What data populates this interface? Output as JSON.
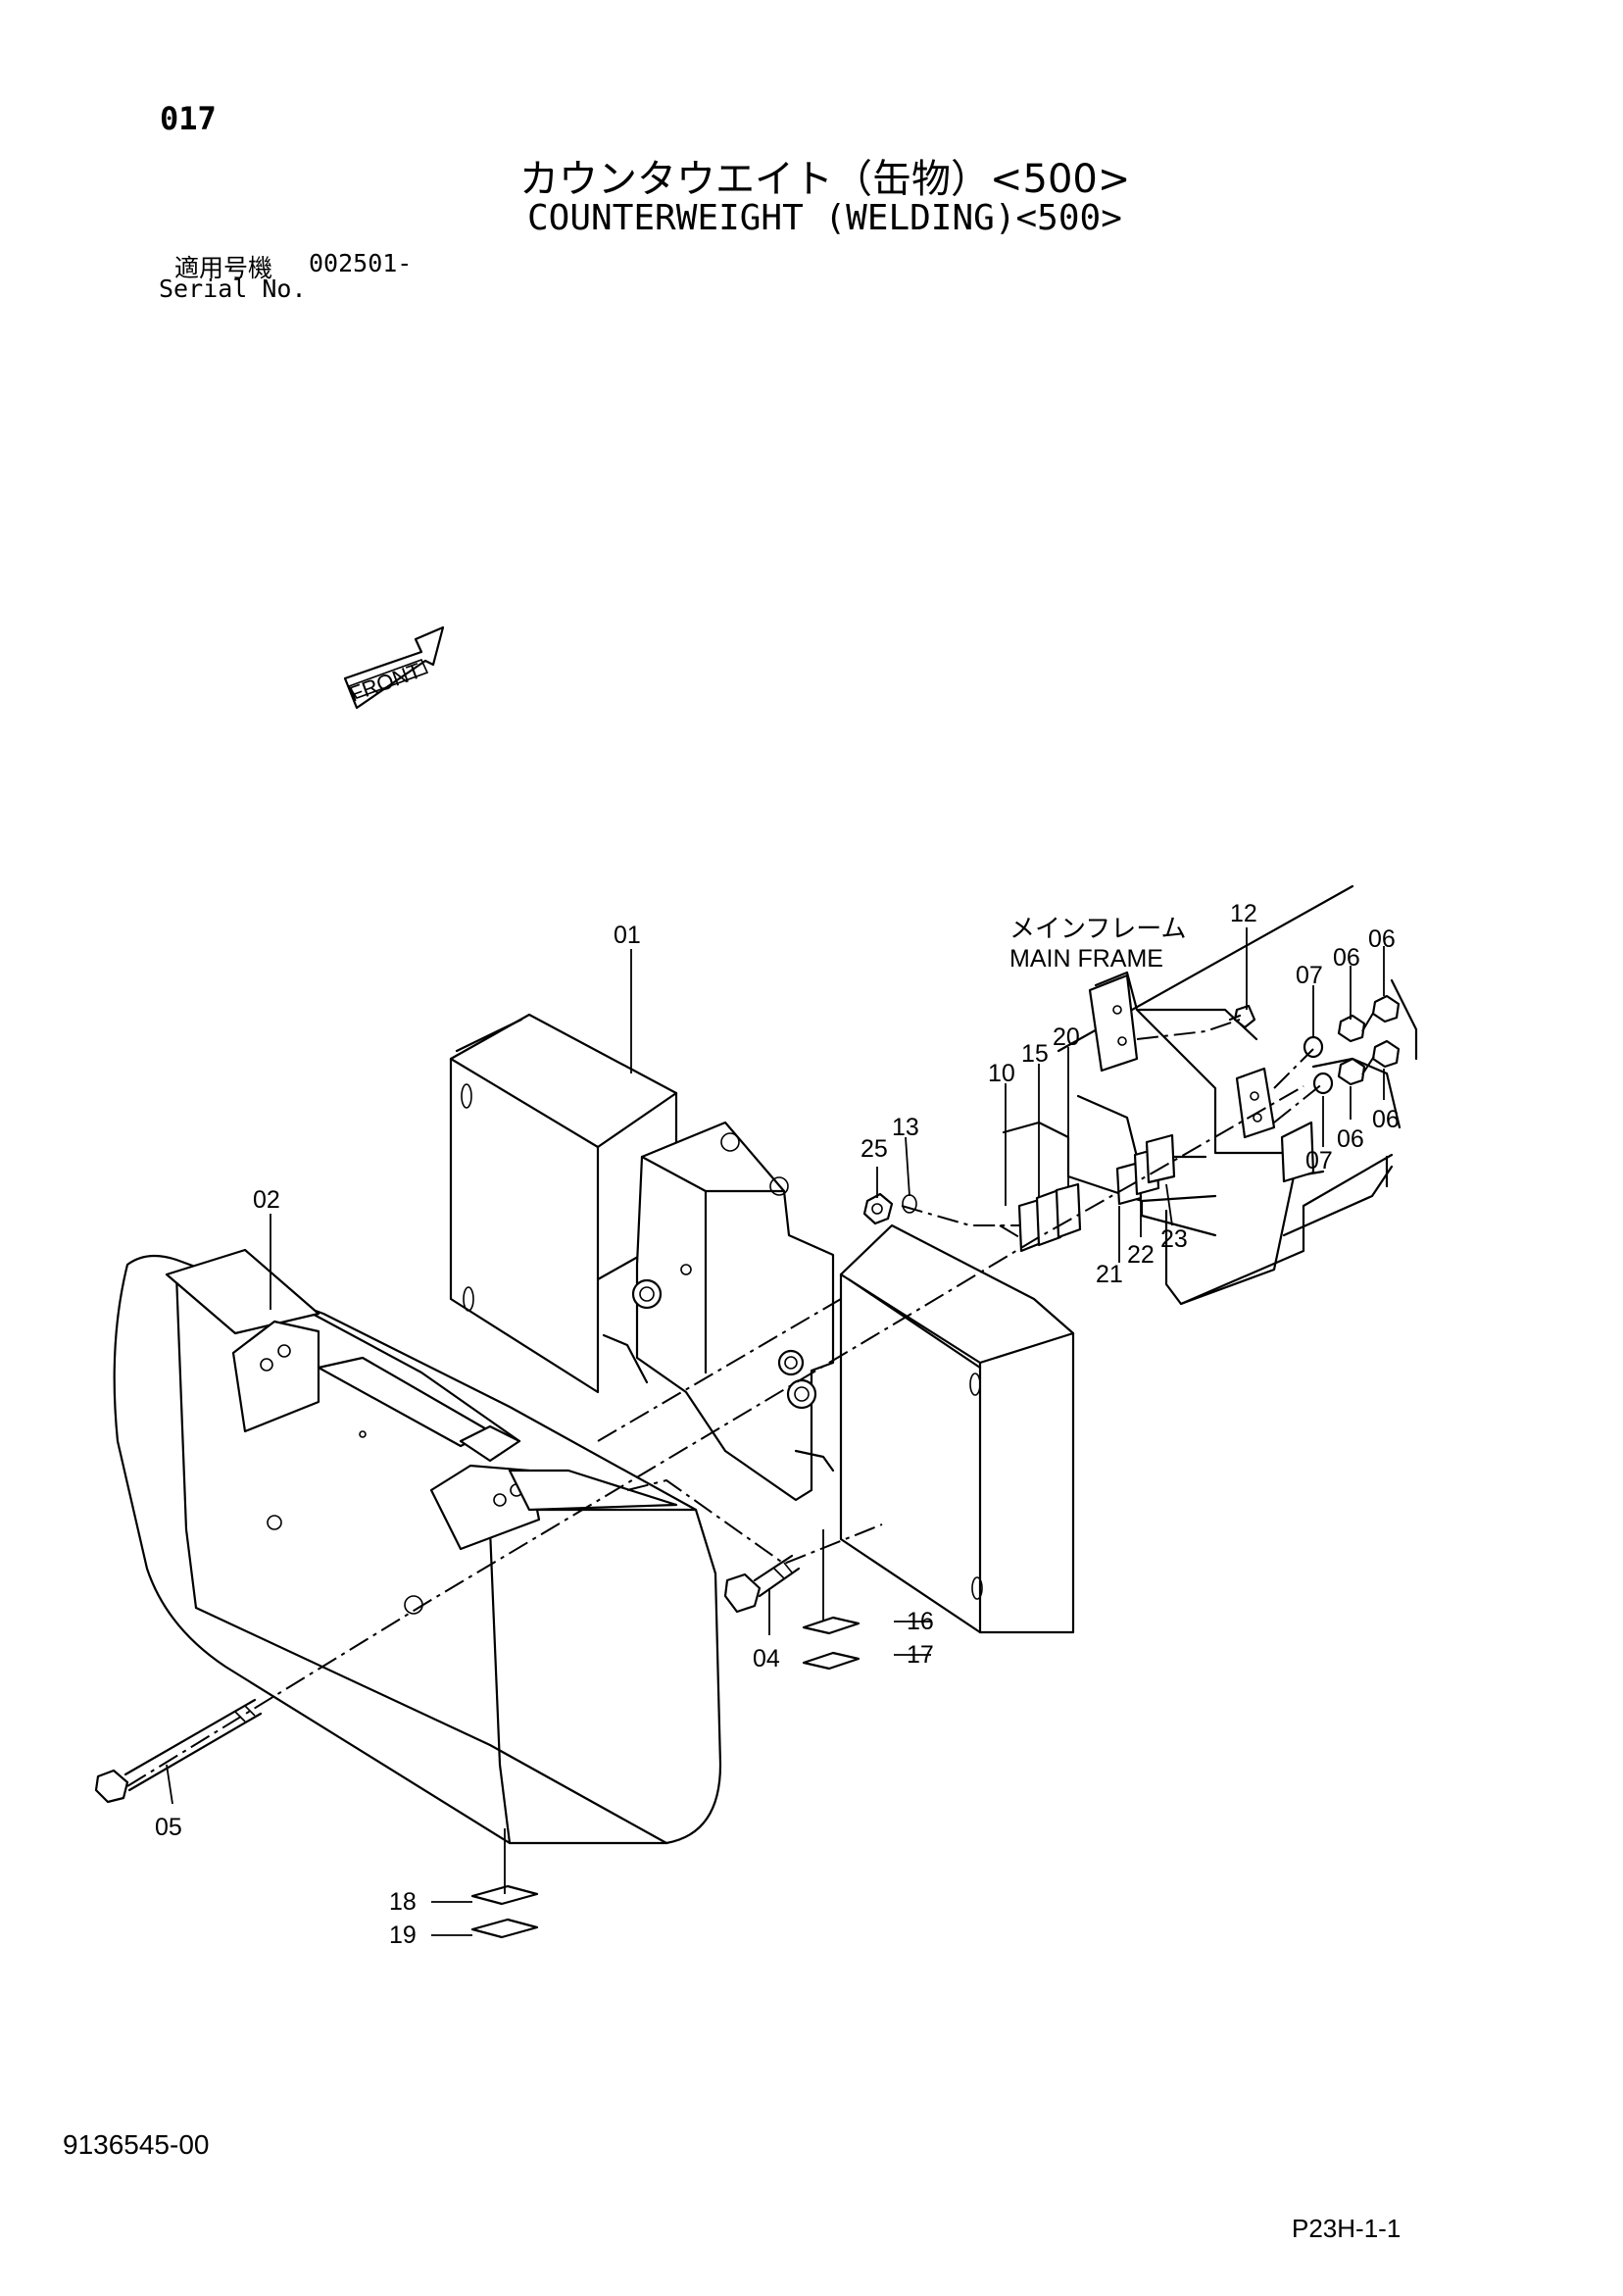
{
  "header": {
    "page_number": "017",
    "title_jp": "カウンタウエイト（缶物）<500>",
    "title_en": "COUNTERWEIGHT (WELDING)<500>",
    "serial_label_jp": "適用号機",
    "serial_value": "002501-",
    "serial_label_en": "Serial No."
  },
  "diagram": {
    "front_label": "FRONT",
    "main_frame_jp": "メインフレーム",
    "main_frame_en": "MAIN FRAME",
    "callouts": {
      "c01": "01",
      "c02": "02",
      "c04": "04",
      "c05": "05",
      "c06a": "06",
      "c06b": "06",
      "c06c": "06",
      "c06d": "06",
      "c07a": "07",
      "c07b": "07",
      "c10": "10",
      "c12": "12",
      "c13": "13",
      "c15": "15",
      "c16": "16",
      "c17": "17",
      "c18": "18",
      "c19": "19",
      "c20": "20",
      "c21": "21",
      "c22": "22",
      "c23": "23",
      "c25": "25"
    }
  },
  "footer": {
    "doc_number": "9136545-00",
    "page_code": "P23H-1-1"
  }
}
